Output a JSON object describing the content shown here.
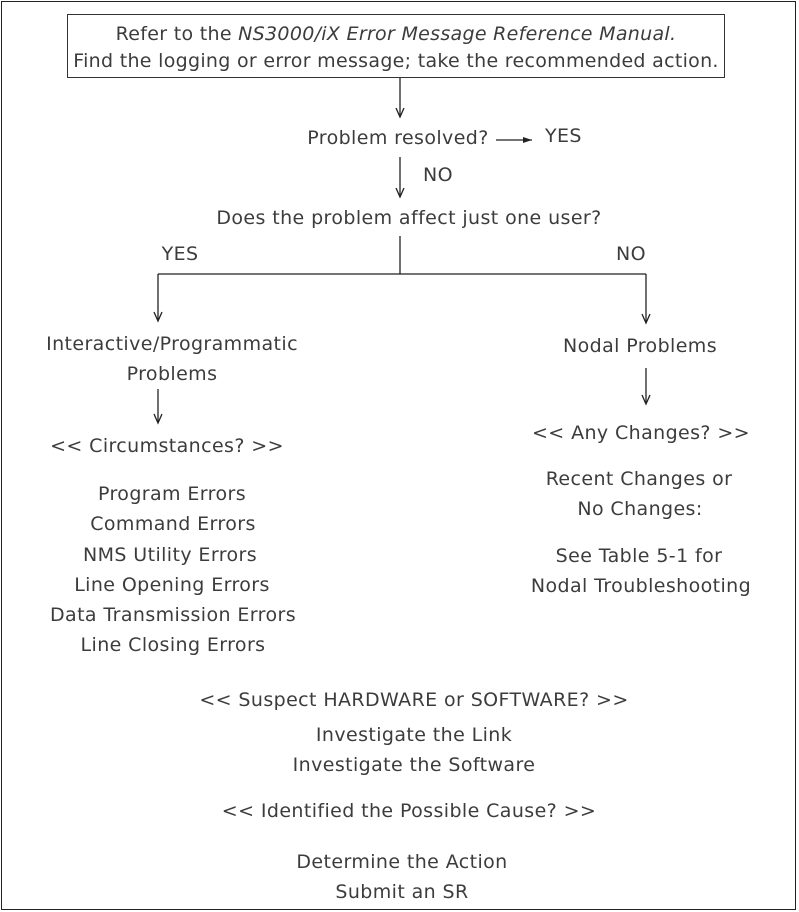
{
  "header_box": {
    "line1_prefix": "Refer to the",
    "line1_manual": "NS3000/iX Error Message Reference Manual.",
    "line2": "Find the logging or error message; take the recommended action."
  },
  "decision1": {
    "question": "Problem resolved?",
    "yes": "YES",
    "no": "NO"
  },
  "decision2": {
    "question": "Does the problem affect just one user?",
    "yes": "YES",
    "no": "NO"
  },
  "left_branch": {
    "title_line1": "Interactive/Programmatic",
    "title_line2": "Problems",
    "prompt": "<< Circumstances? >>",
    "items": [
      "Program Errors",
      "Command Errors",
      "NMS Utility Errors",
      "Line Opening Errors",
      "Data Transmission Errors",
      "Line Closing Errors"
    ]
  },
  "right_branch": {
    "title": "Nodal Problems",
    "prompt": "<< Any Changes? >>",
    "changes_line1": "Recent Changes or",
    "changes_line2": "No Changes:",
    "see_line1": "See Table 5-1 for",
    "see_line2": "Nodal Troubleshooting"
  },
  "bottom": {
    "suspect": "<< Suspect HARDWARE or SOFTWARE? >>",
    "investigate_link": "Investigate the Link",
    "investigate_software": "Investigate the Software",
    "identified": "<< Identified the Possible Cause? >>",
    "determine": "Determine the Action",
    "submit": "Submit an SR"
  }
}
